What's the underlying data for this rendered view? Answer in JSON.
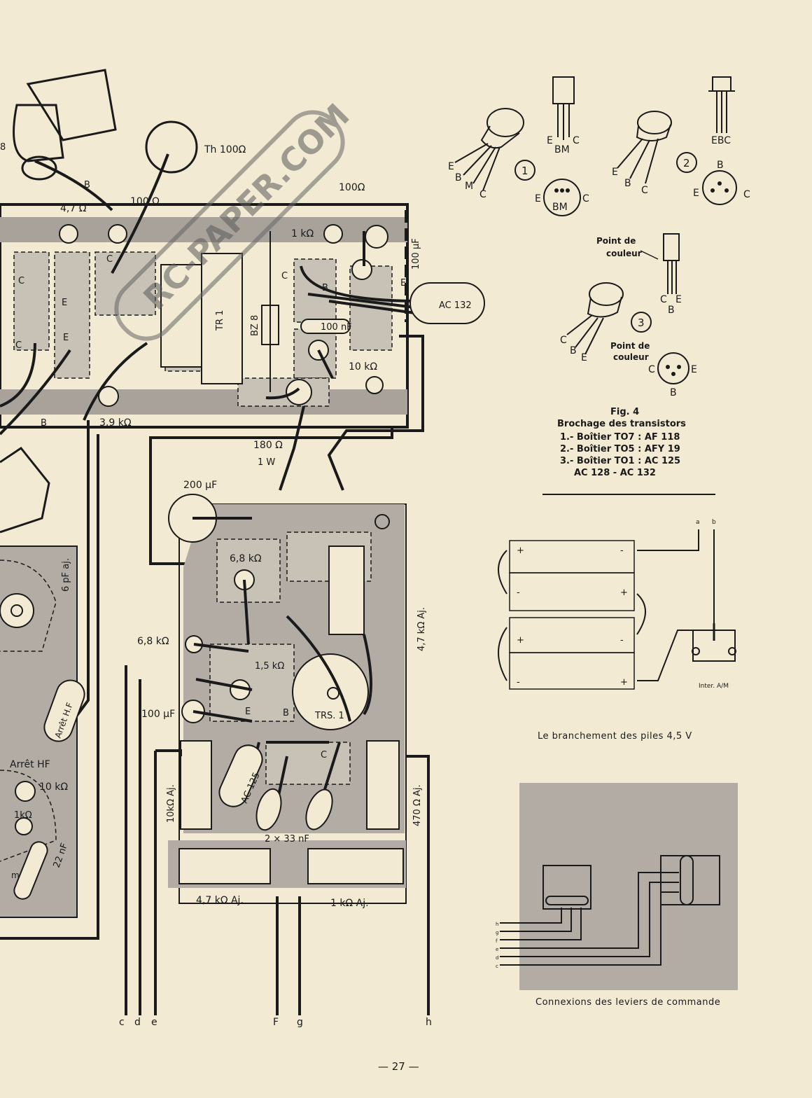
{
  "page_number": "— 27 —",
  "watermark": "RC-PAPER.COM",
  "transistors": {
    "pin_letters": {
      "E": "E",
      "B": "B",
      "M": "M",
      "C": "C",
      "BM": "BM",
      "EBC": "EBC"
    },
    "numbers": [
      "1",
      "2",
      "3"
    ],
    "ac132": "AC 132",
    "point_de_couleur": [
      "Point de",
      "couleur"
    ]
  },
  "fig4": {
    "title": "Fig. 4",
    "subtitle": "Brochage des transistors",
    "lines": [
      "1.- Boîtier TO7  :  AF 118",
      "2.- Boîtier TO5  :  AFY 19",
      "3.- Boîtier TO1  :  AC 125",
      "AC 128 - AC 132"
    ]
  },
  "battery": {
    "caption": "Le branchement des piles 4,5 V",
    "switch_label": "Inter. A/M",
    "wire_labels": [
      "a",
      "b"
    ],
    "plus": "+",
    "minus": "-"
  },
  "levers": {
    "caption": "Connexions des leviers de commande",
    "wire_labels": [
      "h",
      "g",
      "f",
      "e",
      "d",
      "c"
    ]
  },
  "board_top": {
    "labels": {
      "th": "Th 100Ω",
      "r47": "4,7 Ω",
      "r100a": "100 Ω",
      "r100b": "100Ω",
      "r1k": "1 kΩ",
      "c100uf": "100 μF",
      "tr1": "TR 1",
      "bz8": "BZ 8",
      "c100nf": "100 nF",
      "r10k": "10 kΩ",
      "r39k": "3,9 kΩ",
      "r180": "180 Ω",
      "w1": "1 W",
      "letters_b": "B",
      "letters_c": "C",
      "letters_e": "E",
      "fragment": "8"
    }
  },
  "board_bottom": {
    "labels": {
      "c200uf": "200 μF",
      "r68a": "6,8 kΩ",
      "r68b": "6,8 kΩ",
      "r15k": "1,5 kΩ",
      "c100uf": "100 μF",
      "r47kaj_v": "4,7 kΩ Aj.",
      "trs1": "TRS. 1",
      "ac125": "AC 125",
      "r10kaj": "10kΩ Aj.",
      "r470aj": "470 Ω Aj.",
      "c2x33": "2 × 33 nF",
      "r47kaj": "4,7 kΩ Aj.",
      "r1kaj": "1 kΩ Aj.",
      "E": "E",
      "B": "B",
      "C": "C"
    }
  },
  "left_board": {
    "labels": {
      "c6pf": "6 pF aj.",
      "arret_hf_v": "Arrêt H.F",
      "arret_hf": "Arrêt HF",
      "r10k": "10 kΩ",
      "r1k": "1kΩ",
      "c22nf": "22 nF",
      "m": "m"
    }
  },
  "bottom_wires": [
    "c",
    "d",
    "e",
    "F",
    "g",
    "h"
  ]
}
